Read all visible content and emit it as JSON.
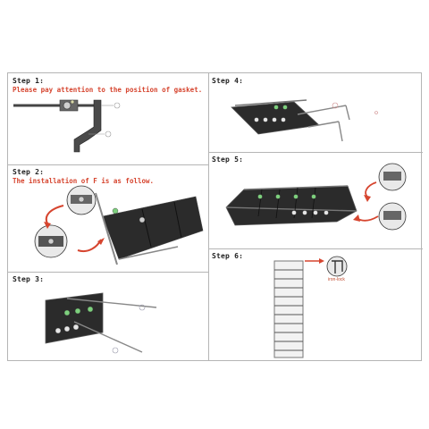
{
  "steps": [
    {
      "title": "Step 1:",
      "note": "Please pay attention to the position of gasket."
    },
    {
      "title": "Step 2:",
      "note": "The installation of F is as follow."
    },
    {
      "title": "Step 3:"
    },
    {
      "title": "Step 4:"
    },
    {
      "title": "Step 5:"
    },
    {
      "title": "Step 6:",
      "callout": "iron-lock"
    }
  ],
  "colors": {
    "accent": "#d6452f",
    "border": "#b5b5b5",
    "fabric": "#2b2b2b",
    "frame": "#555555"
  }
}
